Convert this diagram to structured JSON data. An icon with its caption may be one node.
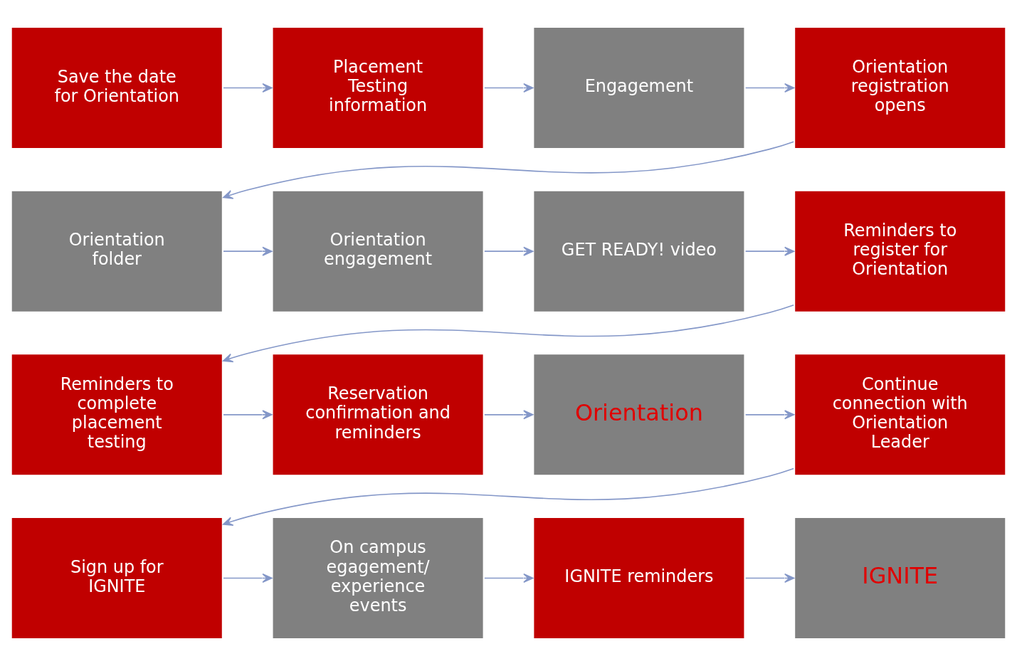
{
  "diagram": {
    "nodes": [
      {
        "text": [
          "Save the date for Orientation"
        ]
      },
      {
        "text": [
          "Placement Testing information"
        ]
      },
      {
        "text": [
          "Engagement"
        ]
      },
      {
        "text": [
          "Orientation registration opens"
        ]
      },
      {
        "text": [
          "Orientation folder"
        ]
      },
      {
        "text": [
          "Orientation engagement"
        ]
      },
      {
        "text": [
          "GET READY! video"
        ]
      },
      {
        "text": [
          "Reminders to register for Orientation"
        ]
      },
      {
        "text": [
          "Reminders to complete placement testing"
        ]
      },
      {
        "text": [
          "Reservation confirmation and reminders"
        ]
      },
      {
        "text": [
          "Orientation"
        ]
      },
      {
        "text": [
          "Continue connection with Orientation Leader"
        ]
      },
      {
        "text": [
          "Sign up for IGNITE"
        ]
      },
      {
        "text": [
          "On campus egagement/ experience events"
        ]
      },
      {
        "text": [
          "IGNITE reminders"
        ]
      },
      {
        "text": [
          "IGNITE"
        ]
      }
    ],
    "edges": [
      {
        "from": 0,
        "to": 1,
        "arrow": "to"
      },
      {
        "from": 1,
        "to": 2,
        "arrow": "to"
      },
      {
        "from": 2,
        "to": 3,
        "arrow": "to"
      },
      {
        "from": 3,
        "to": 4,
        "arrow": "to"
      },
      {
        "from": 4,
        "to": 5,
        "arrow": "to"
      },
      {
        "from": 5,
        "to": 6,
        "arrow": "to"
      },
      {
        "from": 6,
        "to": 7,
        "arrow": "to"
      },
      {
        "from": 7,
        "to": 8,
        "arrow": "to"
      },
      {
        "from": 8,
        "to": 9,
        "arrow": "to"
      },
      {
        "from": 9,
        "to": 10,
        "arrow": "to"
      },
      {
        "from": 10,
        "to": 11,
        "arrow": "to"
      },
      {
        "from": 11,
        "to": 12,
        "arrow": "to"
      },
      {
        "from": 12,
        "to": 13,
        "arrow": "to"
      },
      {
        "from": 13,
        "to": 14,
        "arrow": "to"
      },
      {
        "from": 14,
        "to": 15,
        "arrow": "to"
      }
    ]
  }
}
